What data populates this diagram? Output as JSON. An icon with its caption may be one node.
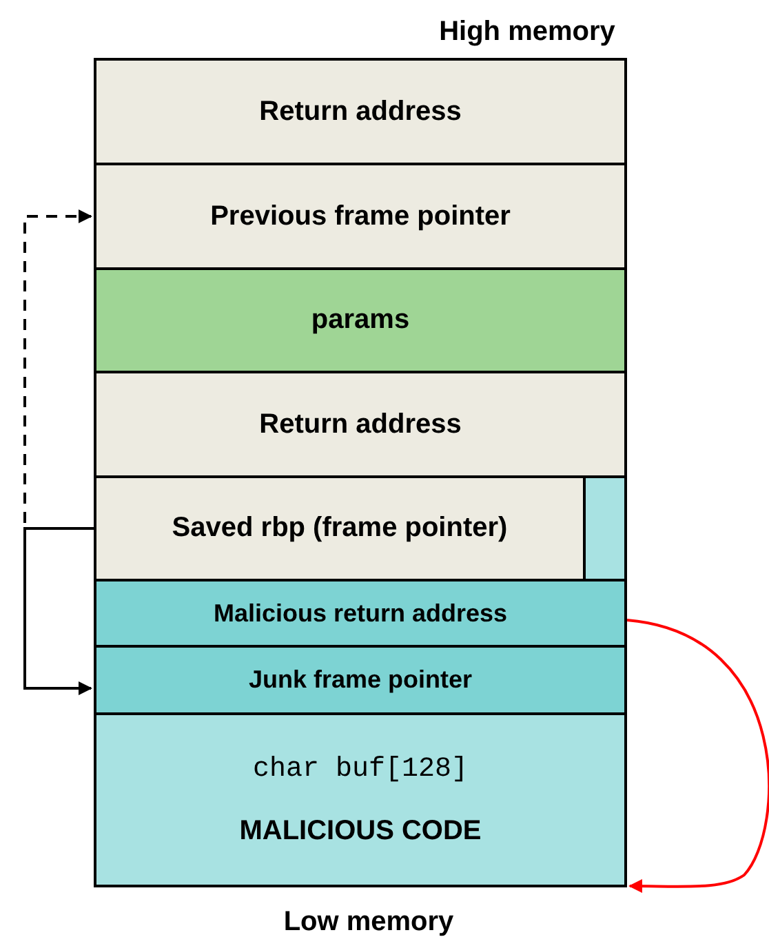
{
  "diagram": {
    "nodes": [
      {
        "text": [
          "Return address"
        ]
      },
      {
        "text": [
          "Previous frame pointer"
        ]
      },
      {
        "text": [
          "params"
        ]
      },
      {
        "text": [
          "Return address"
        ]
      },
      {
        "text": [
          "Saved rbp (frame pointer)"
        ]
      },
      {
        "text": [
          "Malicious return address"
        ]
      },
      {
        "text": [
          "Junk frame pointer"
        ]
      },
      {
        "text": [
          "char buf[128]",
          "MALICIOUS CODE"
        ]
      },
      {
        "text": [],
        "shape": "bar"
      }
    ],
    "edges": [
      {
        "from": 4,
        "to": 1,
        "arrow": "to",
        "style": "dashed"
      },
      {
        "from": 4,
        "to": 6,
        "arrow": "to"
      },
      {
        "from": 5,
        "to": 7,
        "arrow": "to",
        "color": "#ff0000"
      }
    ],
    "labels": [
      "High memory",
      "Low memory"
    ]
  }
}
